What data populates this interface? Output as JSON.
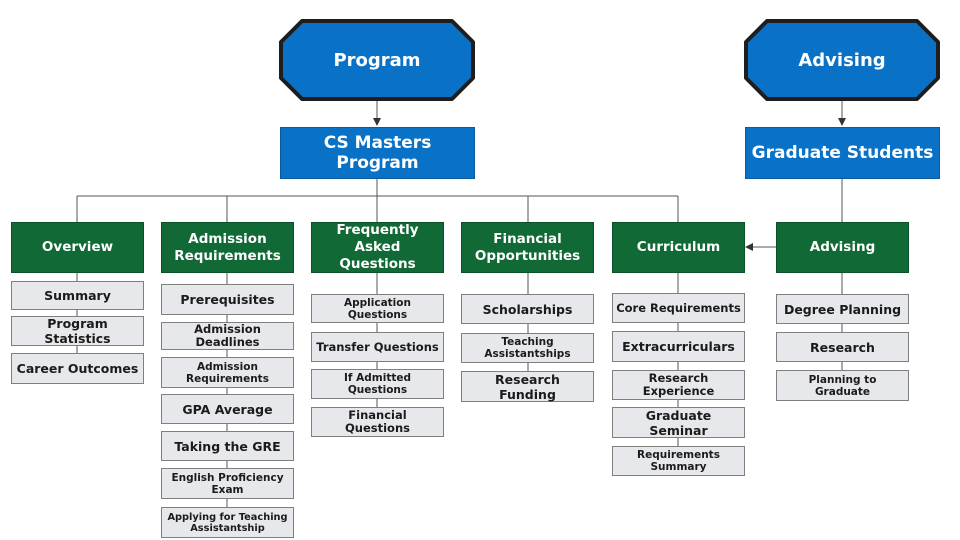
{
  "top": {
    "program": "Program",
    "advising": "Advising"
  },
  "second": {
    "cs_masters": "CS Masters Program",
    "graduate_students": "Graduate Students"
  },
  "categories": {
    "overview": {
      "label": "Overview",
      "items": [
        "Summary",
        "Program Statistics",
        "Career Outcomes"
      ]
    },
    "admission": {
      "label": "Admission Requirements",
      "items": [
        "Prerequisites",
        "Admission Deadlines",
        "Admission Requirements",
        "GPA Average",
        "Taking the GRE",
        "English Proficiency Exam",
        "Applying for Teaching Assistantship"
      ]
    },
    "faq": {
      "label": "Frequently Asked Questions",
      "items": [
        "Application Questions",
        "Transfer Questions",
        "If Admitted Questions",
        "Financial Questions"
      ]
    },
    "financial": {
      "label": "Financial Opportunities",
      "items": [
        "Scholarships",
        "Teaching Assistantships",
        "Research Funding"
      ]
    },
    "curriculum": {
      "label": "Curriculum",
      "items": [
        "Core Requirements",
        "Extracurriculars",
        "Research Experience",
        "Graduate Seminar",
        "Requirements Summary"
      ]
    },
    "advising": {
      "label": "Advising",
      "items": [
        "Degree Planning",
        "Research",
        "Planning to Graduate"
      ]
    }
  },
  "colors": {
    "blue": "#0a72c6",
    "green": "#116a35",
    "grey": "#e6e8eb",
    "line": "#555555"
  }
}
